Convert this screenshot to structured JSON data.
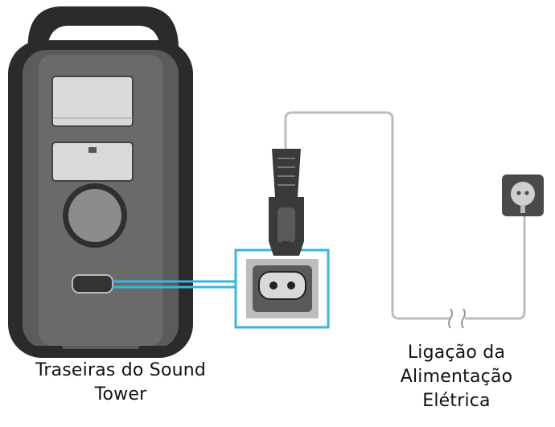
{
  "labels": {
    "device": [
      "Traseiras do Sound",
      "Tower"
    ],
    "power": [
      "Ligação da",
      "Alimentação",
      "Elétrica"
    ]
  },
  "colors": {
    "speaker_body": "#5b5b5b",
    "speaker_frame": "#2b2b2b",
    "panel": "#d9d9d9",
    "highlight": "#38b6e0",
    "cable": "#bdbdbd",
    "plug": "#3a3a3a",
    "wall_socket": "#4a4a4a"
  },
  "icons": [
    "speaker-tower",
    "power-inlet",
    "power-plug",
    "wall-outlet"
  ]
}
